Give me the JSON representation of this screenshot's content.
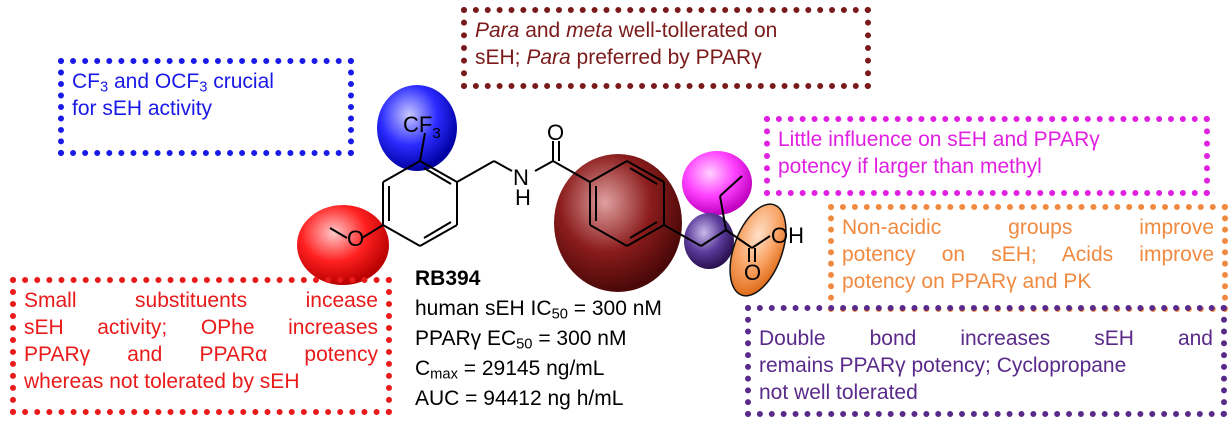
{
  "notes": {
    "blue": {
      "p1": "CF",
      "p1_sub": "3",
      "p2": " and OCF",
      "p2_sub": "3",
      "p3": " crucial",
      "line2": "for sEH activity"
    },
    "brown": {
      "w1": "Para",
      "w2": " and ",
      "w3": "meta",
      "w4": " well-tollerated on",
      "w5": "sEH; ",
      "w6": "Para",
      "w7": " preferred by PPAR",
      "w8": "γ"
    },
    "magenta": {
      "line1": "Little influence on sEH and PPARγ",
      "line2": "potency if larger than methyl"
    },
    "orange": {
      "line1": "Non-acidic groups improve",
      "line2": "potency on sEH; Acids improve",
      "line3": "potency on PPARγ and PK"
    },
    "red": {
      "line1": "Small substituents incease",
      "line2": "sEH activity; OPhe increases",
      "line3": "PPARγ and PPARα potency",
      "line4": "whereas not tolerated by sEH"
    },
    "purple": {
      "line1": "Double bond increases sEH and",
      "line2": "remains PPARγ potency; Cyclopropane",
      "line3": "not well tolerated"
    }
  },
  "compound": {
    "name": "RB394",
    "l1a": "human sEH IC",
    "l1sub": "50",
    "l1b": " = 300 nM",
    "l2a": "PPARγ EC",
    "l2sub": "50",
    "l2b": " = 300 nM",
    "l3a": "C",
    "l3sub": "max",
    "l3b": " = 29145 ng/mL",
    "l4": "AUC = 94412 ng h/mL"
  },
  "atoms": {
    "cf3": "CF",
    "cf3_sub": "3",
    "o_carbonyl": "O",
    "n": "N",
    "h": "H",
    "oh": "OH",
    "o_acid": "O"
  },
  "colors": {
    "blue": "#1a1ae6",
    "brown": "#7b1a1a",
    "magenta": "#e020e0",
    "orange": "#f08a40",
    "red": "#e81a1a",
    "purple": "#5a2a8a"
  }
}
